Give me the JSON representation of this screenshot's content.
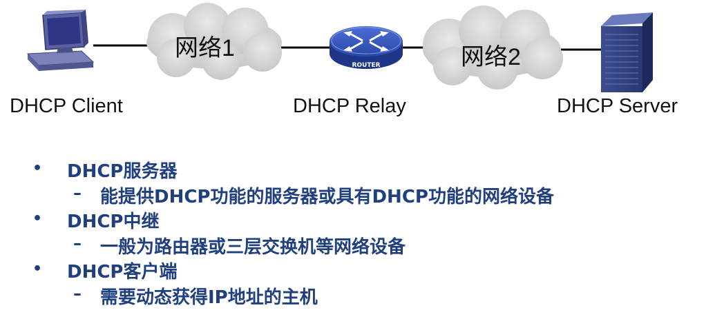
{
  "diagram": {
    "nodes": {
      "client": {
        "label": "DHCP Client",
        "icon": "desktop-computer-icon"
      },
      "relay": {
        "label": "DHCP Relay",
        "icon": "router-icon",
        "icon_text": "ROUTER"
      },
      "server": {
        "label": "DHCP Server",
        "icon": "tower-server-icon"
      }
    },
    "clouds": [
      {
        "label": "网络1"
      },
      {
        "label": "网络2"
      }
    ],
    "colors": {
      "cloud": "#d9d9d9",
      "link": "#000000",
      "router": "#2c47a8",
      "server": "#2a3872",
      "bullet_text": "#1f3f7f"
    }
  },
  "bullets": [
    {
      "title": "DHCP服务器",
      "detail": "能提供DHCP功能的服务器或具有DHCP功能的网络设备"
    },
    {
      "title": "DHCP中继",
      "detail": "一般为路由器或三层交换机等网络设备"
    },
    {
      "title": "DHCP客户端",
      "detail": "需要动态获得IP地址的主机"
    }
  ],
  "markers": {
    "bullet": "•",
    "dash": "–"
  }
}
